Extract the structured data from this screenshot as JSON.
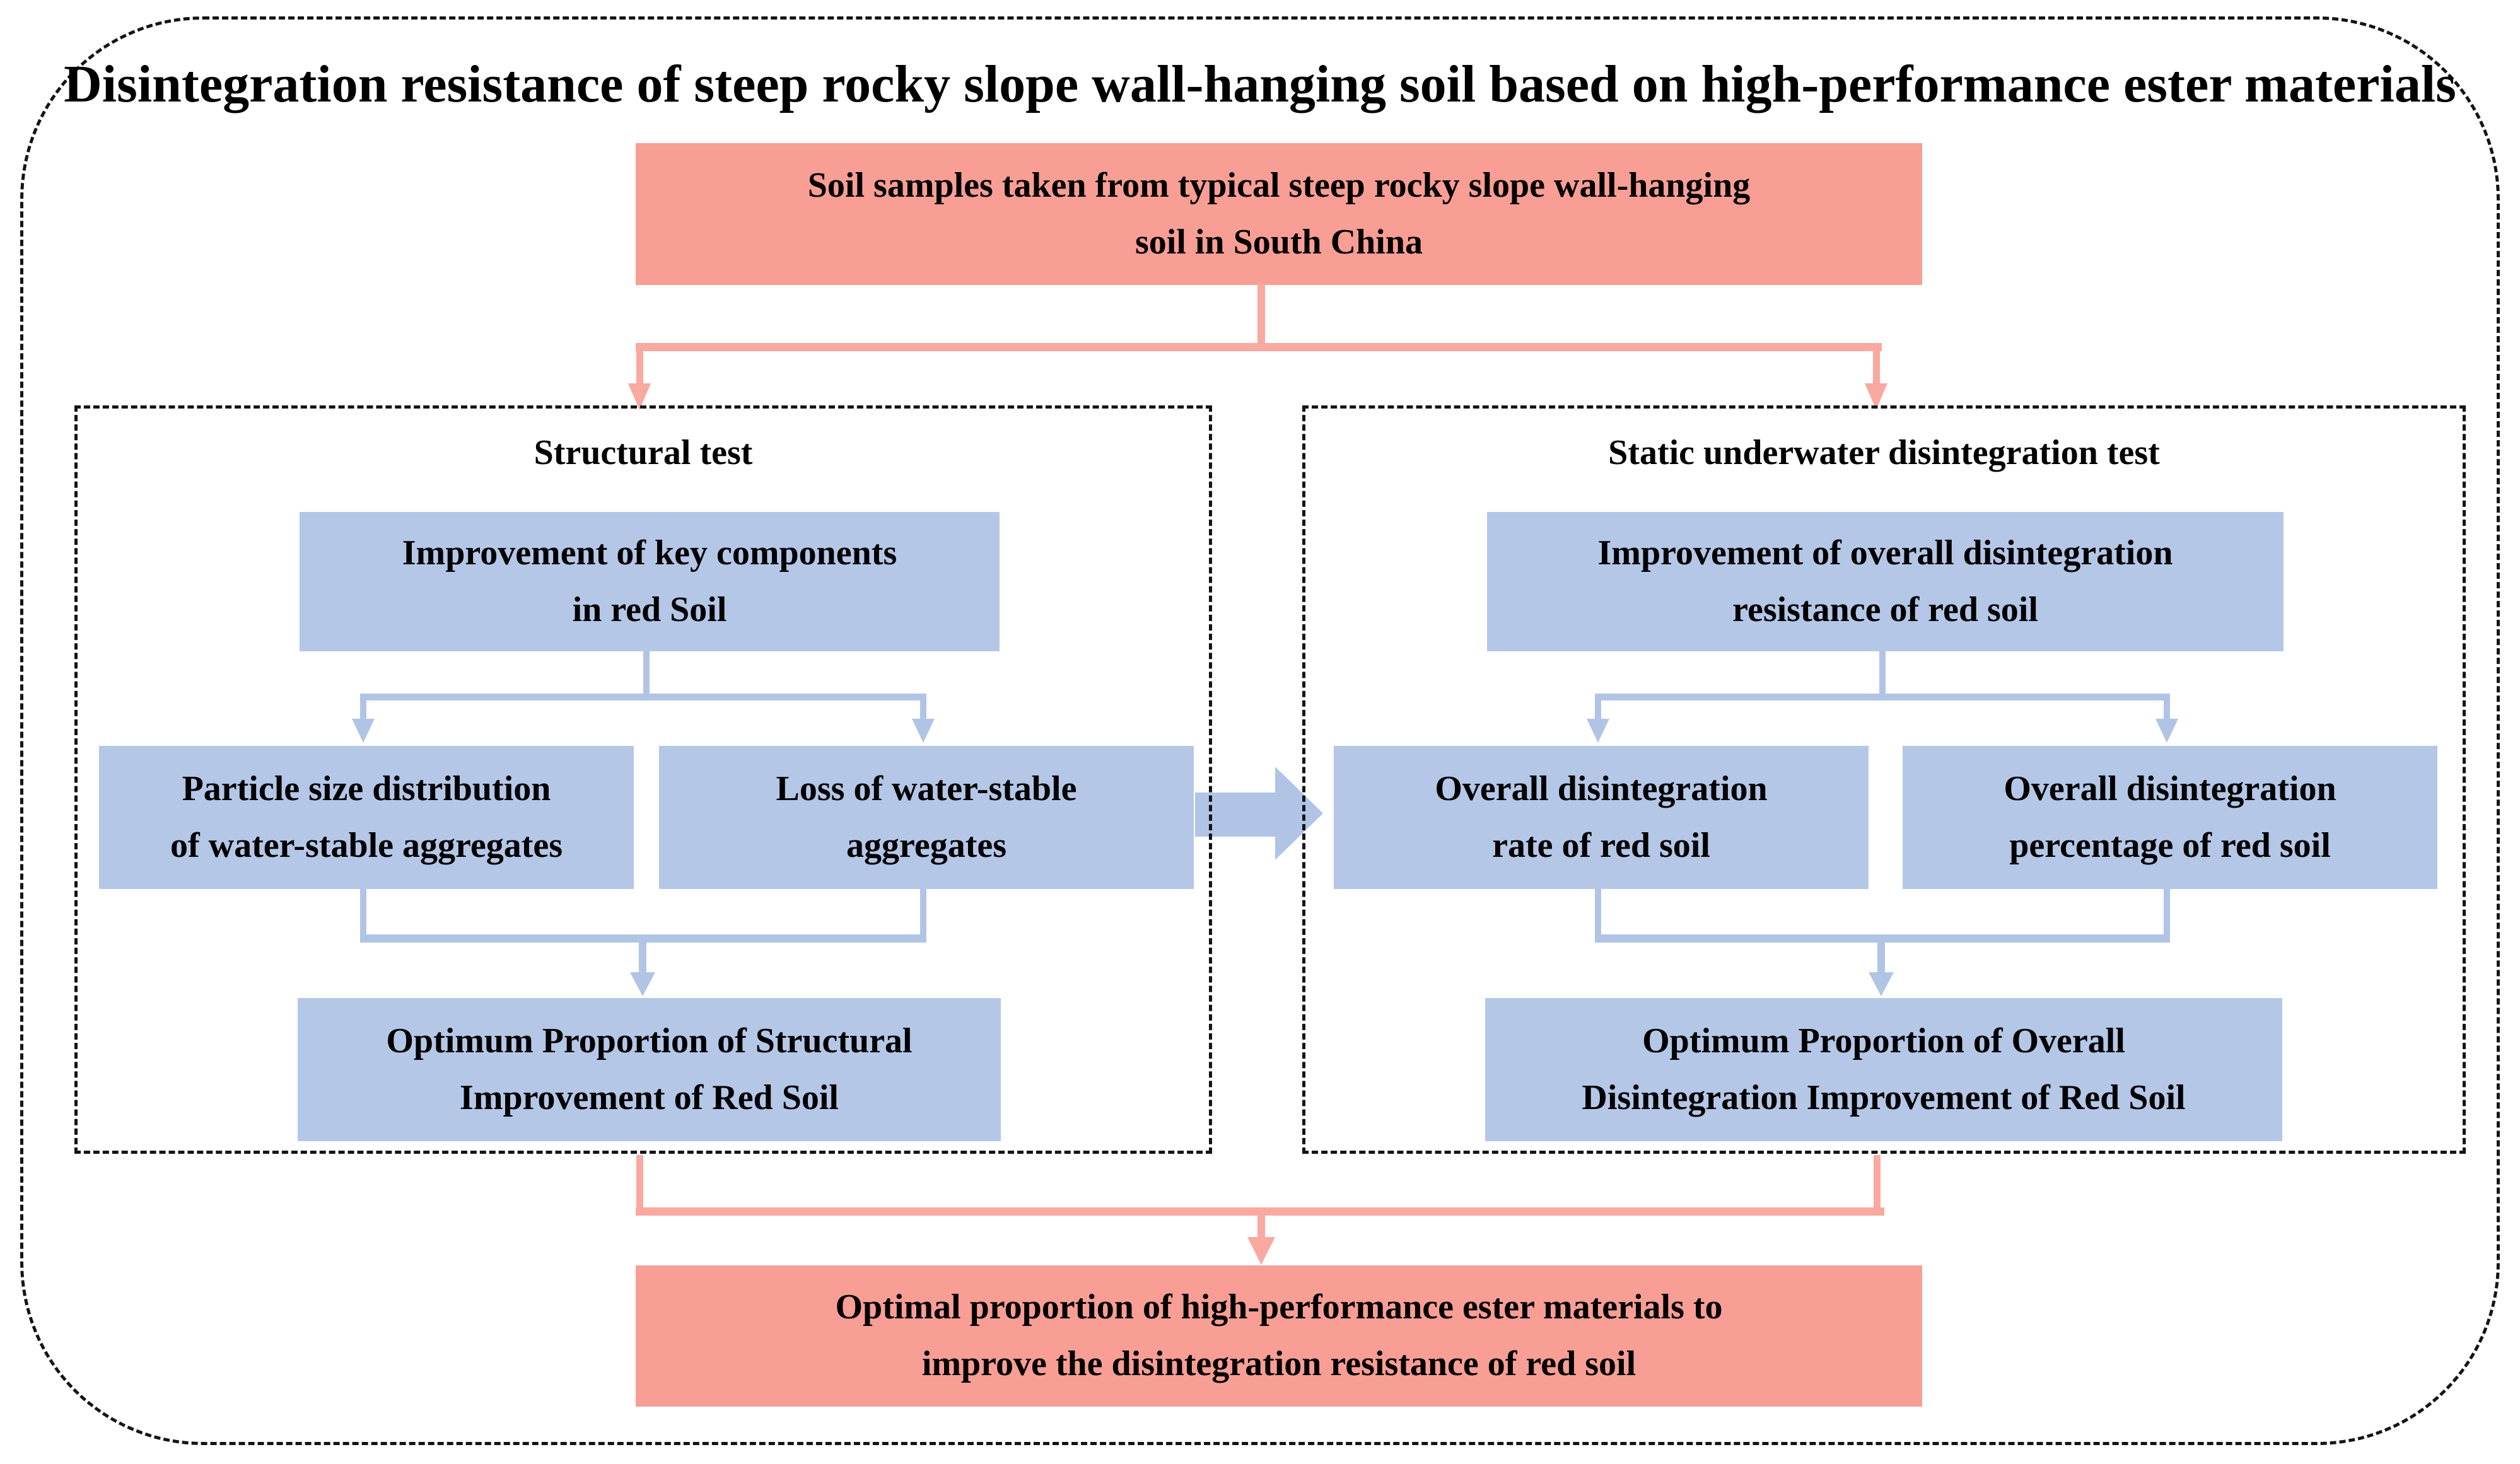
{
  "title": "Disintegration resistance of steep rocky slope wall-hanging soil based on high-performance ester materials",
  "colors": {
    "pink-box": "#f89e94",
    "pink-line": "#f9a9a0",
    "blue-box": "#b4c7e7",
    "blue-line": "#b0c4e6",
    "border": "#141414",
    "text": "#000000"
  },
  "source_box": {
    "lines": [
      "Soil samples taken from typical steep rocky slope wall-hanging",
      "soil in South China"
    ]
  },
  "panels": {
    "structural": {
      "title": "Structural test",
      "row1": {
        "lines": [
          "Improvement of key components",
          "in red Soil"
        ]
      },
      "row2a": {
        "lines": [
          "Particle size distribution",
          "of water-stable aggregates"
        ]
      },
      "row2b": {
        "lines": [
          "Loss of water-stable",
          "aggregates"
        ]
      },
      "row3": {
        "lines": [
          "Optimum Proportion of Structural",
          "Improvement of Red Soil"
        ]
      }
    },
    "disintegration": {
      "title": "Static underwater disintegration test",
      "row1": {
        "lines": [
          "Improvement of overall disintegration",
          "resistance of red soil"
        ]
      },
      "row2a": {
        "lines": [
          "Overall disintegration",
          "rate of red soil"
        ]
      },
      "row2b": {
        "lines": [
          "Overall disintegration",
          "percentage of red soil"
        ]
      },
      "row3": {
        "lines": [
          "Optimum Proportion of Overall",
          "Disintegration Improvement of Red Soil"
        ]
      }
    }
  },
  "final_box": {
    "lines": [
      "Optimal proportion of high-performance ester materials to",
      "improve the disintegration resistance of red soil"
    ]
  }
}
